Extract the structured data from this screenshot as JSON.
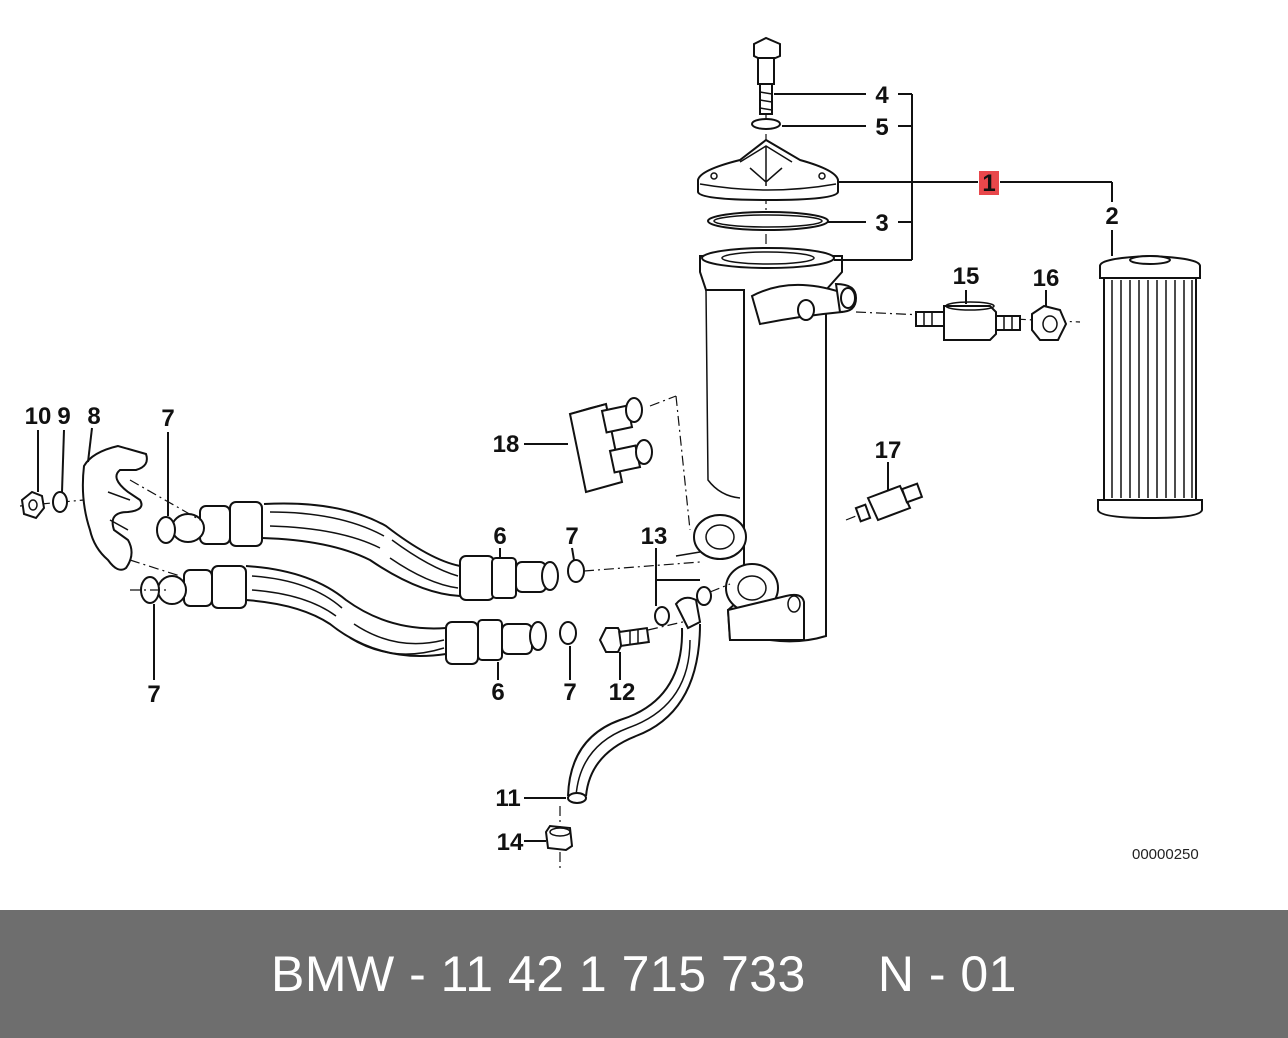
{
  "callouts": [
    {
      "id": "c1",
      "text": "1"
    },
    {
      "id": "c2",
      "text": "2"
    },
    {
      "id": "c3",
      "text": "3"
    },
    {
      "id": "c4",
      "text": "4"
    },
    {
      "id": "c5",
      "text": "5"
    },
    {
      "id": "c6a",
      "text": "6"
    },
    {
      "id": "c6b",
      "text": "6"
    },
    {
      "id": "c7a",
      "text": "7"
    },
    {
      "id": "c7b",
      "text": "7"
    },
    {
      "id": "c7c",
      "text": "7"
    },
    {
      "id": "c7d",
      "text": "7"
    },
    {
      "id": "c8",
      "text": "8"
    },
    {
      "id": "c9",
      "text": "9"
    },
    {
      "id": "c10",
      "text": "10"
    },
    {
      "id": "c11",
      "text": "11"
    },
    {
      "id": "c12",
      "text": "12"
    },
    {
      "id": "c13",
      "text": "13"
    },
    {
      "id": "c14",
      "text": "14"
    },
    {
      "id": "c15",
      "text": "15"
    },
    {
      "id": "c16",
      "text": "16"
    },
    {
      "id": "c17",
      "text": "17"
    },
    {
      "id": "c18",
      "text": "18"
    }
  ],
  "highlight": {
    "callout": "1",
    "color": "#e8474b"
  },
  "reference_code": "00000250",
  "footer": {
    "brand": "BMW",
    "part_number": "11 42 1 715 733",
    "position": "N - 01",
    "text": "BMW - 11 42 1 715 733     N - 01",
    "background": "#6e6e6e"
  }
}
